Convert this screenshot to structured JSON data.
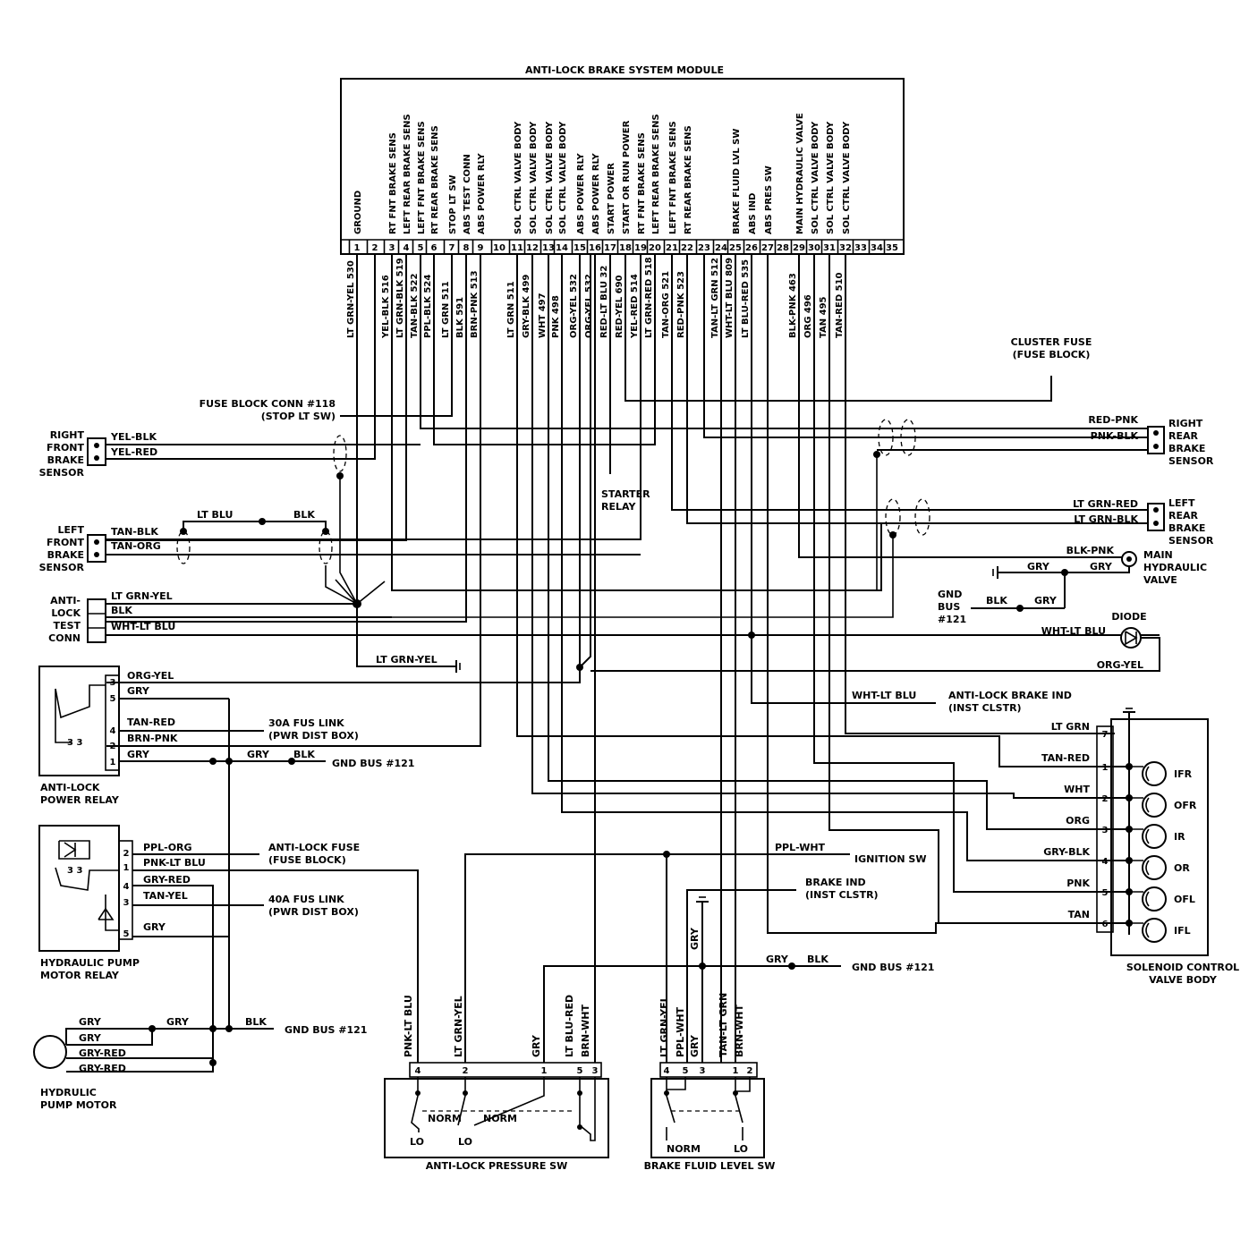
{
  "module": {
    "title": "ANTI-LOCK BRAKE SYSTEM MODULE",
    "pin_numbers": [
      "1",
      "2",
      "3",
      "4",
      "5",
      "6",
      "7",
      "8",
      "9",
      "10",
      "11",
      "12",
      "13",
      "14",
      "15",
      "16",
      "17",
      "18",
      "19",
      "20",
      "21",
      "22",
      "23",
      "24",
      "25",
      "26",
      "27",
      "28",
      "29",
      "30",
      "31",
      "32",
      "33",
      "34",
      "35"
    ],
    "pin_functions": [
      {
        "pin": "1",
        "label": "GROUND"
      },
      {
        "pin": "3",
        "label": "RT FNT BRAKE SENS"
      },
      {
        "pin": "4",
        "label": "LEFT REAR BRAKE SENS"
      },
      {
        "pin": "5",
        "label": "LEFT FNT BRAKE SENS"
      },
      {
        "pin": "6",
        "label": "RT REAR BRAKE SENS"
      },
      {
        "pin": "7",
        "label": "STOP LT SW"
      },
      {
        "pin": "8",
        "label": "ABS TEST CONN"
      },
      {
        "pin": "9",
        "label": "ABS POWER RLY"
      },
      {
        "pin": "11",
        "label": "SOL CTRL VALVE BODY"
      },
      {
        "pin": "12",
        "label": "SOL CTRL VALVE BODY"
      },
      {
        "pin": "13",
        "label": "SOL CTRL VALVE BODY"
      },
      {
        "pin": "14",
        "label": "SOL CTRL VALVE BODY"
      },
      {
        "pin": "15",
        "label": "ABS POWER RLY"
      },
      {
        "pin": "16",
        "label": "ABS POWER RLY"
      },
      {
        "pin": "17",
        "label": "START POWER"
      },
      {
        "pin": "18",
        "label": "START OR RUN POWER"
      },
      {
        "pin": "19",
        "label": "RT FNT BRAKE SENS"
      },
      {
        "pin": "20",
        "label": "LEFT REAR BRAKE SENS"
      },
      {
        "pin": "21",
        "label": "LEFT FNT BRAKE SENS"
      },
      {
        "pin": "22",
        "label": "RT REAR BRAKE SENS"
      },
      {
        "pin": "25",
        "label": "BRAKE FLUID LVL SW"
      },
      {
        "pin": "26",
        "label": "ABS IND"
      },
      {
        "pin": "27",
        "label": "ABS PRES SW"
      },
      {
        "pin": "29",
        "label": "MAIN HYDRAULIC VALVE"
      },
      {
        "pin": "30",
        "label": "SOL CTRL VALVE BODY"
      },
      {
        "pin": "31",
        "label": "SOL CTRL VALVE BODY"
      },
      {
        "pin": "32",
        "label": "SOL CTRL VALVE BODY"
      }
    ],
    "wire_labels": [
      {
        "pin": "1",
        "label": "LT GRN-YEL 530"
      },
      {
        "pin": "3",
        "label": "YEL-BLK 516"
      },
      {
        "pin": "4",
        "label": "LT GRN-BLK 519"
      },
      {
        "pin": "5",
        "label": "TAN-BLK 522"
      },
      {
        "pin": "6",
        "label": "PPL-BLK 524"
      },
      {
        "pin": "7",
        "label": "LT GRN 511"
      },
      {
        "pin": "8",
        "label": "BLK 591"
      },
      {
        "pin": "9",
        "label": "BRN-PNK 513"
      },
      {
        "pin": "11",
        "label": "LT GRN 511"
      },
      {
        "pin": "12",
        "label": "GRY-BLK 499"
      },
      {
        "pin": "13",
        "label": "WHT 497"
      },
      {
        "pin": "14",
        "label": "PNK 498"
      },
      {
        "pin": "15",
        "label": "ORG-YEL 532"
      },
      {
        "pin": "16",
        "label": "ORG-YEL 532"
      },
      {
        "pin": "17",
        "label": "RED-LT BLU 32"
      },
      {
        "pin": "18",
        "label": "RED-YEL 690"
      },
      {
        "pin": "19",
        "label": "YEL-RED 514"
      },
      {
        "pin": "20",
        "label": "LT GRN-RED 518"
      },
      {
        "pin": "21",
        "label": "TAN-ORG 521"
      },
      {
        "pin": "22",
        "label": "RED-PNK 523"
      },
      {
        "pin": "24",
        "label": "TAN-LT GRN 512"
      },
      {
        "pin": "25",
        "label": "WHT-LT BLU 809"
      },
      {
        "pin": "26",
        "label": "LT BLU-RED 535"
      },
      {
        "pin": "29",
        "label": "BLK-PNK 463"
      },
      {
        "pin": "30",
        "label": "ORG 496"
      },
      {
        "pin": "31",
        "label": "TAN 495"
      },
      {
        "pin": "32",
        "label": "TAN-RED 510"
      }
    ]
  },
  "components": {
    "cluster_fuse": [
      "CLUSTER FUSE",
      "(FUSE BLOCK)"
    ],
    "fuse_block_conn": [
      "FUSE BLOCK CONN #118",
      "(STOP LT SW)"
    ],
    "starter_relay": [
      "STARTER",
      "RELAY"
    ],
    "right_front_sensor": {
      "name": [
        "RIGHT",
        "FRONT",
        "BRAKE",
        "SENSOR"
      ],
      "wires": [
        "YEL-BLK",
        "YEL-RED"
      ]
    },
    "left_front_sensor": {
      "name": [
        "LEFT",
        "FRONT",
        "BRAKE",
        "SENSOR"
      ],
      "wires": [
        "TAN-BLK",
        "TAN-ORG"
      ],
      "jumper": [
        "LT BLU",
        "BLK"
      ]
    },
    "right_rear_sensor": {
      "name": [
        "RIGHT",
        "REAR",
        "BRAKE",
        "SENSOR"
      ],
      "wires": [
        "RED-PNK",
        "PNK-BLK"
      ]
    },
    "left_rear_sensor": {
      "name": [
        "LEFT",
        "REAR",
        "BRAKE",
        "SENSOR"
      ],
      "wires": [
        "LT GRN-RED",
        "LT GRN-BLK"
      ]
    },
    "main_valve": {
      "name": [
        "MAIN",
        "HYDRAULIC",
        "VALVE"
      ],
      "wires": [
        "BLK-PNK",
        "GRY",
        "GRY"
      ]
    },
    "gnd_bus_right": {
      "name": [
        "GND",
        "BUS",
        "#121"
      ],
      "wires": [
        "BLK",
        "GRY"
      ]
    },
    "test_conn": {
      "name": [
        "ANTI-",
        "LOCK",
        "TEST",
        "CONN"
      ],
      "wires": [
        "LT GRN-YEL",
        "BLK",
        "WHT-LT BLU"
      ]
    },
    "ground_label": "LT GRN-YEL",
    "diode": {
      "name": "DIODE",
      "wires": [
        "WHT-LT BLU",
        "ORG-YEL"
      ]
    },
    "abs_ind": {
      "wire": "WHT-LT BLU",
      "label": [
        "ANTI-LOCK BRAKE IND",
        "(INST CLSTR)"
      ]
    },
    "power_relay": {
      "name": [
        "ANTI-LOCK",
        "POWER RELAY"
      ],
      "pins": [
        "3",
        "5",
        "4",
        "2",
        "1"
      ],
      "wires": [
        "ORG-YEL",
        "GRY",
        "TAN-RED",
        "BRN-PNK",
        "GRY"
      ],
      "fuse_link": [
        "30A FUS LINK",
        "(PWR DIST BOX)"
      ],
      "gnd": {
        "wires": [
          "GRY",
          "BLK"
        ],
        "label": "GND BUS #121"
      }
    },
    "pump_relay": {
      "name": [
        "HYDRAULIC PUMP",
        "MOTOR RELAY"
      ],
      "pins": [
        "2",
        "1",
        "4",
        "3",
        "5"
      ],
      "wires": [
        "PPL-ORG",
        "PNK-LT BLU",
        "GRY-RED",
        "TAN-YEL",
        "GRY"
      ],
      "fuse": [
        "ANTI-LOCK FUSE",
        "(FUSE BLOCK)"
      ],
      "fuse_link": [
        "40A FUS LINK",
        "(PWR DIST BOX)"
      ]
    },
    "pump_motor": {
      "name": [
        "HYDRULIC",
        "PUMP MOTOR"
      ],
      "wires": [
        "GRY",
        "GRY",
        "GRY-RED",
        "GRY-RED"
      ],
      "junction": [
        "GRY",
        "BLK"
      ],
      "gnd": "GND BUS #121"
    },
    "ignition": {
      "wire": "PPL-WHT",
      "label": "IGNITION SW"
    },
    "brake_ind": [
      "BRAKE IND",
      "(INST CLSTR)"
    ],
    "gnd_mid": {
      "wires": [
        "GRY",
        "BLK"
      ],
      "label": "GND BUS #121"
    },
    "pressure_sw": {
      "name": "ANTI-LOCK PRESSURE SW",
      "pins": [
        "4",
        "2",
        "1",
        "5",
        "3"
      ],
      "wires": [
        "PNK-LT BLU",
        "LT GRN-YEL",
        "GRY",
        "LT BLU-RED",
        "BRN-WHT"
      ],
      "states": [
        "NORM",
        "NORM",
        "LO",
        "LO"
      ]
    },
    "fluid_sw": {
      "name": "BRAKE FLUID LEVEL SW",
      "pins": [
        "4",
        "5",
        "3",
        "1",
        "2"
      ],
      "wires": [
        "LT GRN-YEL",
        "PPL-WHT",
        "GRY",
        "TAN-LT GRN",
        "BRN-WHT"
      ],
      "gry_label": "GRY",
      "states": [
        "NORM",
        "LO"
      ]
    },
    "solenoid": {
      "name": [
        "SOLENOID CONTROL",
        "VALVE BODY"
      ],
      "pins": [
        "7",
        "1",
        "2",
        "3",
        "4",
        "5",
        "6"
      ],
      "wires": [
        "LT GRN",
        "TAN-RED",
        "WHT",
        "ORG",
        "GRY-BLK",
        "PNK",
        "TAN"
      ],
      "coils": [
        "IFR",
        "OFR",
        "IR",
        "OR",
        "OFL",
        "IFL"
      ]
    }
  }
}
